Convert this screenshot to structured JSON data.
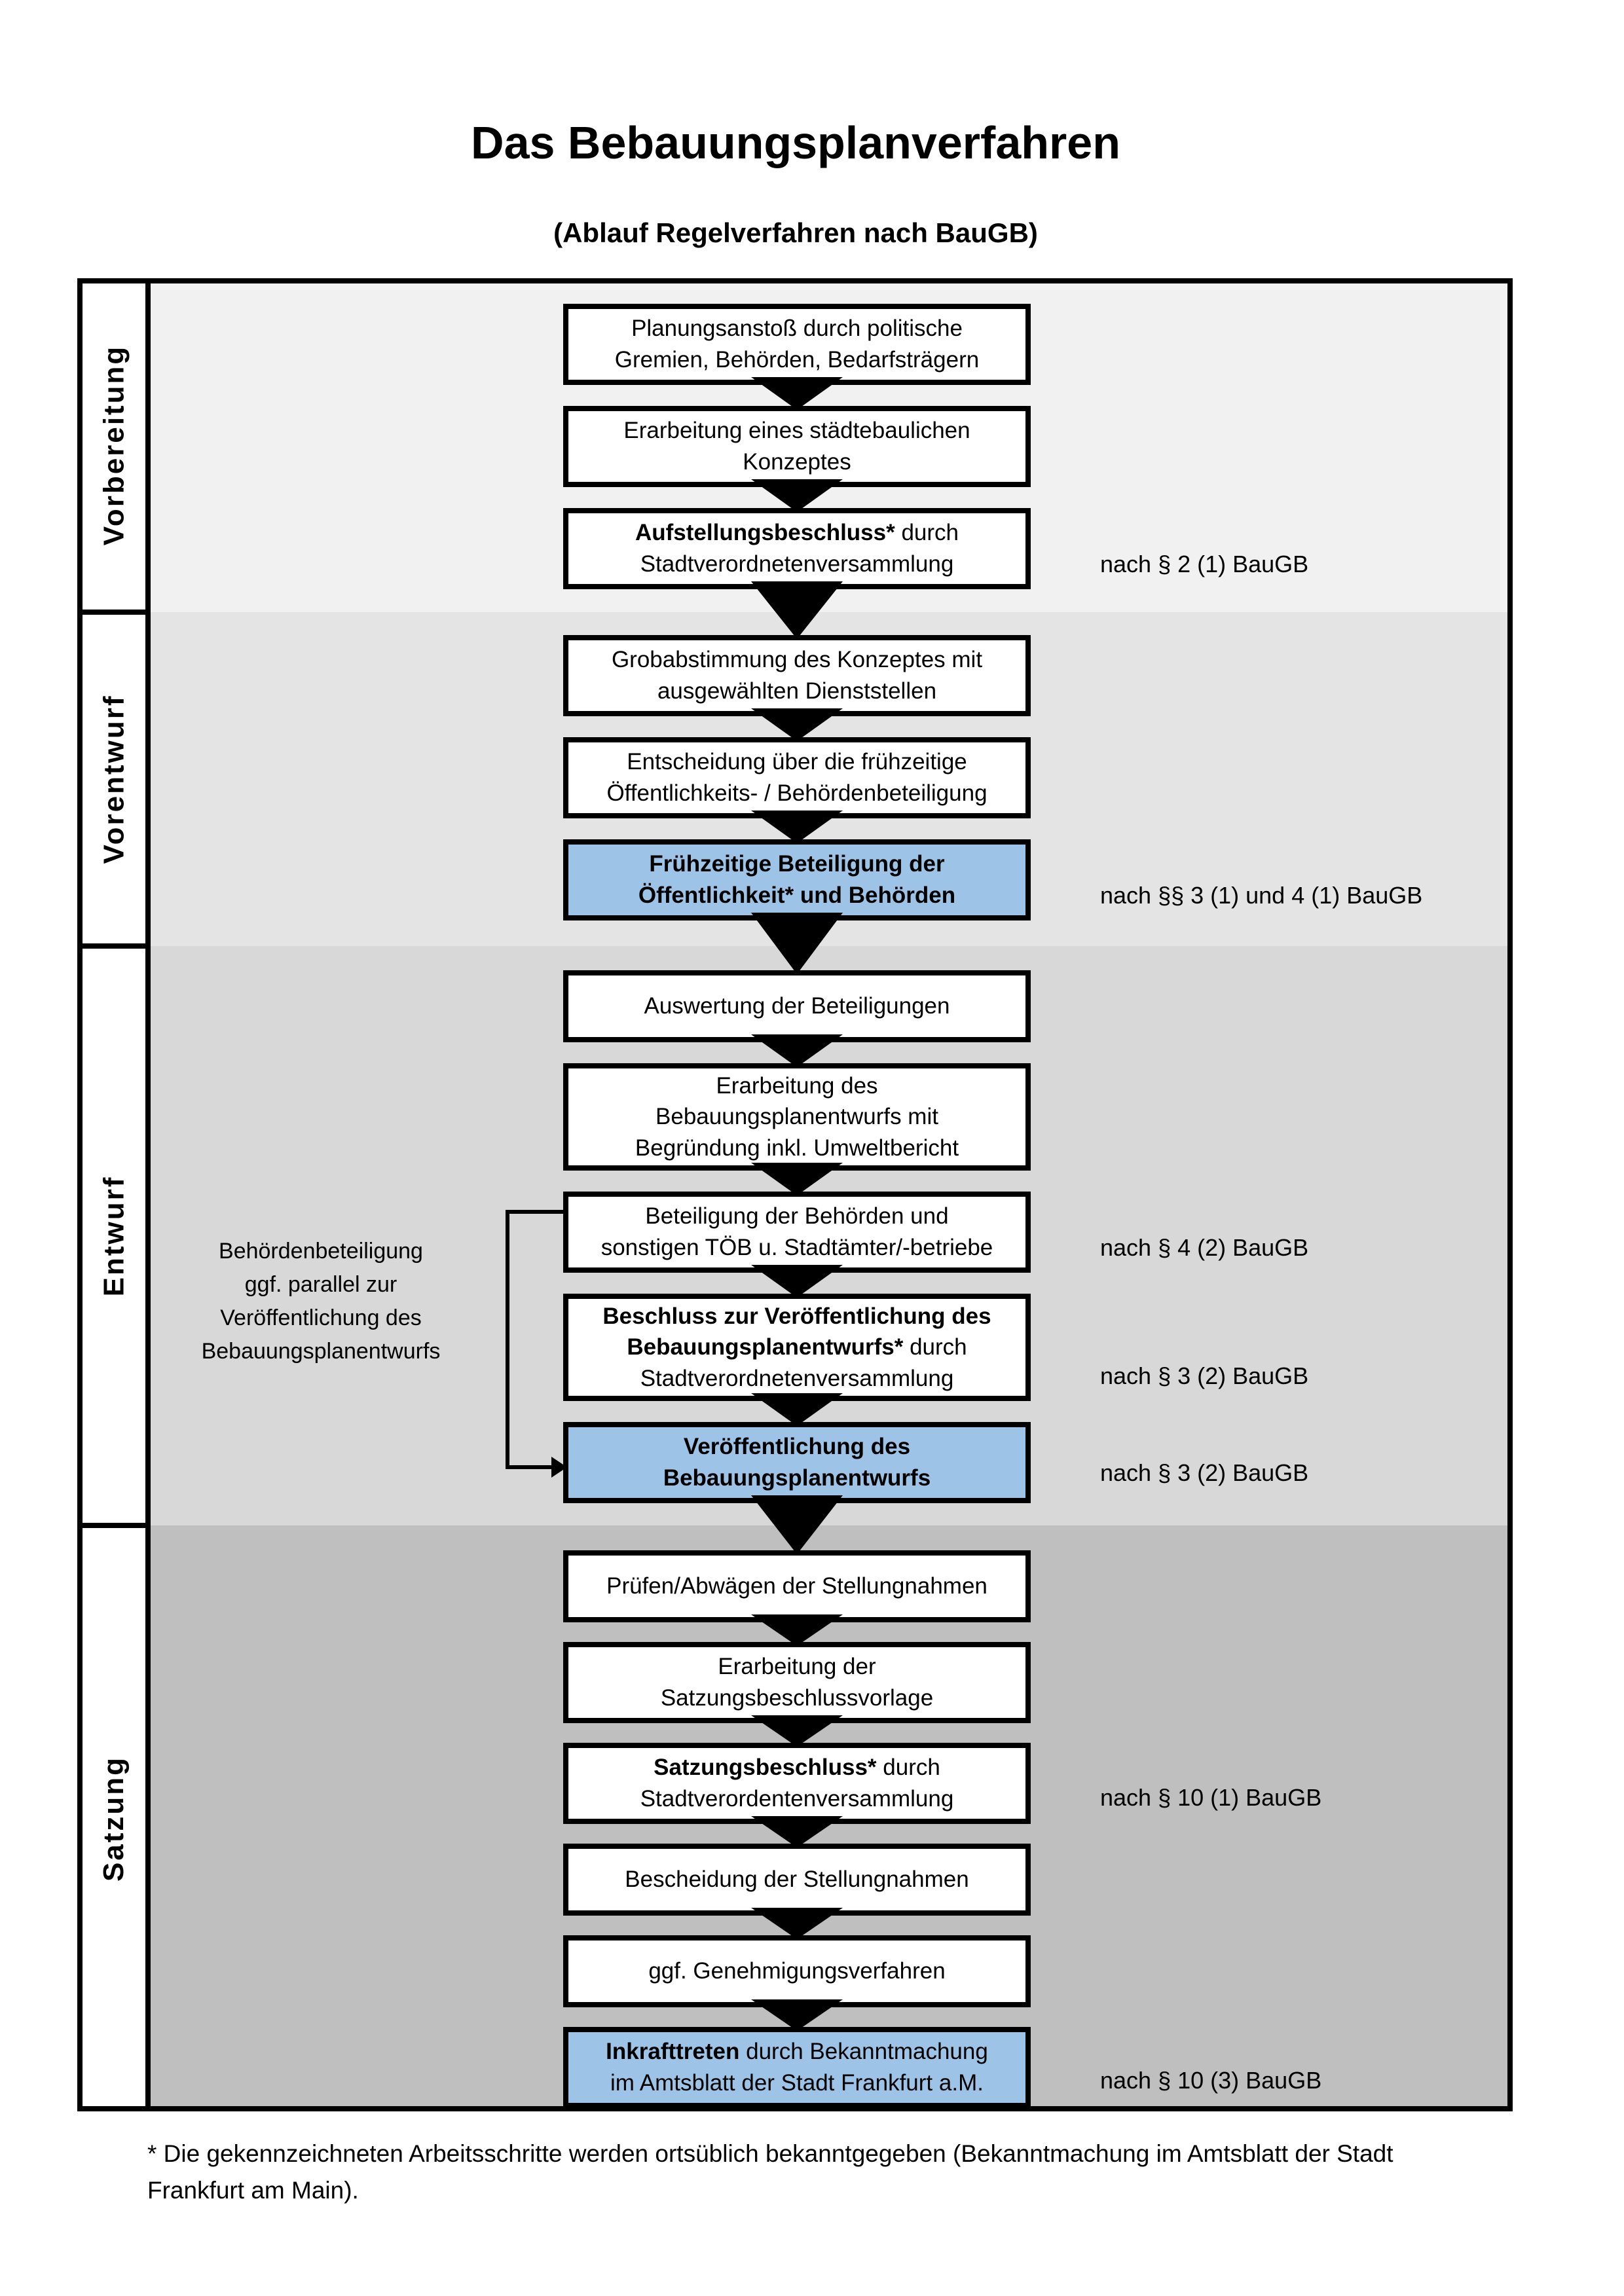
{
  "title": "Das Bebauungsplanverfahren",
  "subtitle": "(Ablauf Regelverfahren nach BauGB)",
  "phases": [
    {
      "label": "Vorbereitung"
    },
    {
      "label": "Vorentwurf"
    },
    {
      "label": "Entwurf"
    },
    {
      "label": "Satzung"
    }
  ],
  "boxes": [
    {
      "bold": "",
      "text": "Planungsanstoß durch politische\nGremien, Behörden, Bedarfsträgern"
    },
    {
      "bold": "",
      "text": "Erarbeitung eines städtebaulichen\nKonzeptes"
    },
    {
      "bold": "Aufstellungsbeschluss*",
      "text": " durch\nStadtverordnetenversammlung"
    },
    {
      "bold": "",
      "text": "Grobabstimmung des Konzeptes mit\nausgewählten Dienststellen"
    },
    {
      "bold": "",
      "text": "Entscheidung über die frühzeitige\nÖffentlichkeits- / Behördenbeteiligung"
    },
    {
      "bold": "Frühzeitige Beteiligung der\nÖffentlichkeit* und Behörden",
      "text": ""
    },
    {
      "bold": "",
      "text": "Auswertung der Beteiligungen"
    },
    {
      "bold": "",
      "text": "Erarbeitung des\nBebauungsplanentwurfs mit\nBegründung inkl. Umweltbericht"
    },
    {
      "bold": "",
      "text": "Beteiligung der Behörden und\nsonstigen TÖB u. Stadtämter/-betriebe"
    },
    {
      "bold": "Beschluss zur Veröffentlichung des\nBebauungsplanentwurfs*",
      "text": " durch\nStadtverordnetenversammlung"
    },
    {
      "bold": "Veröffentlichung des\nBebauungsplanentwurfs",
      "text": ""
    },
    {
      "bold": "",
      "text": "Prüfen/Abwägen der Stellungnahmen"
    },
    {
      "bold": "",
      "text": "Erarbeitung der\nSatzungsbeschlussvorlage"
    },
    {
      "bold": "Satzungsbeschluss*",
      "text": " durch\nStadtverordentenversammlung"
    },
    {
      "bold": "",
      "text": "Bescheidung der Stellungnahmen"
    },
    {
      "bold": "",
      "text": "ggf. Genehmigungsverfahren"
    },
    {
      "bold": "Inkrafttreten",
      "text": " durch Bekanntmachung\nim Amtsblatt der Stadt Frankfurt a.M."
    }
  ],
  "notes": [
    {
      "text": "nach § 2 (1) BauGB"
    },
    {
      "text": "nach §§ 3 (1) und 4 (1) BauGB"
    },
    {
      "text": "nach § 4 (2) BauGB"
    },
    {
      "text": "nach § 3 (2) BauGB"
    },
    {
      "text": "nach § 3 (2) BauGB"
    },
    {
      "text": "nach § 10 (1) BauGB"
    },
    {
      "text": "nach § 10 (3) BauGB"
    }
  ],
  "side_annotation": "Behördenbeteiligung\nggf. parallel zur\nVeröffentlichung des\nBebauungsplanentwurfs",
  "footnote": "* Die gekennzeichneten Arbeitsschritte werden ortsüblich bekanntgegeben (Bekanntmachung im Amtsblatt der Stadt\nFrankfurt am Main).",
  "colors": {
    "phase1": "#f1f1f1",
    "phase2": "#e4e4e4",
    "phase3": "#d8d8d8",
    "phase4": "#bfbfbf",
    "highlight": "#9dc3e6",
    "line": "#000000"
  }
}
